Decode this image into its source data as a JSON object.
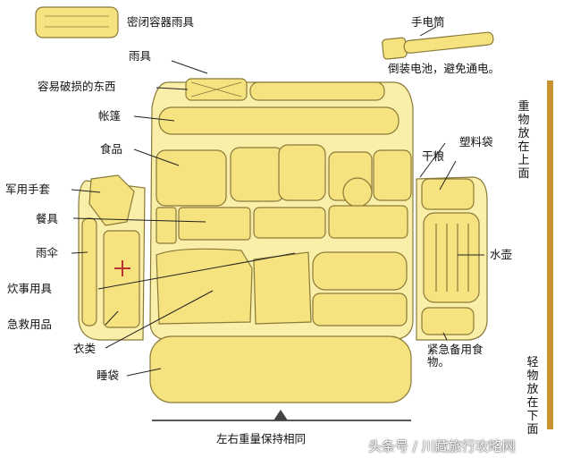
{
  "labels": {
    "sealed_rain_gear": "密闭容器雨具",
    "flashlight": "手电筒",
    "flashlight_note": "倒装电池，避免通电。",
    "rain_gear": "雨具",
    "fragile_items": "容易破损的东西",
    "tent": "帐篷",
    "food": "食品",
    "plastic_bag": "塑料袋",
    "dry_food": "干粮",
    "gloves": "军用手套",
    "tableware": "餐具",
    "umbrella": "雨伞",
    "water_bottle": "水壶",
    "cookware": "炊事用具",
    "first_aid": "急救用品",
    "clothing": "衣类",
    "emergency_food": "紧急备用食物。",
    "sleeping_bag": "睡袋",
    "balance": "左右重量保持相同",
    "heavy_on_top": "重物放在上面",
    "light_at_bottom": "轻物放在下面"
  },
  "watermark": "头条号 / 川藏旅行攻略网",
  "colors": {
    "fill": "#f6e27e",
    "fill_light": "#faefa8",
    "stroke": "#8a7a3a",
    "arrow_bar": "#c8922e"
  }
}
